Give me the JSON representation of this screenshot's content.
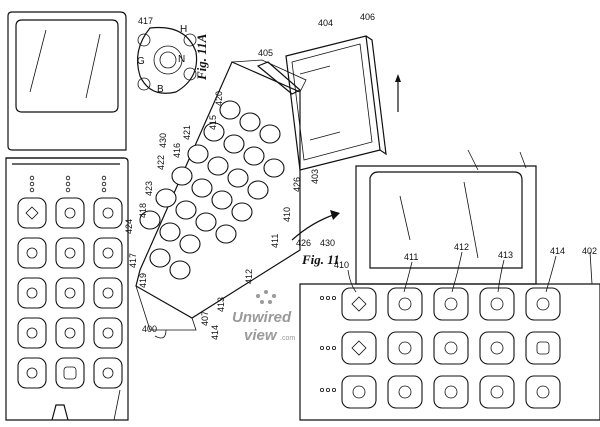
{
  "figure": {
    "caption_main": "Fig. 11A",
    "caption_secondary": "Fig. 11"
  },
  "reference_numerals": {
    "n404": "404",
    "n406": "406",
    "n405": "405",
    "n417_top": "417",
    "n420": "420",
    "n415": "415",
    "n430_mid": "430",
    "n421": "421",
    "n416": "416",
    "n422": "422",
    "n423": "423",
    "n418": "418",
    "n424": "424",
    "n417_mid": "417",
    "n419": "419",
    "n426_mid": "426",
    "n403": "403",
    "n410_mid": "410",
    "n411_mid": "411",
    "n412_mid": "412",
    "n413_mid": "413",
    "n407": "407",
    "n414_mid": "414",
    "n400": "400",
    "n426_right": "426",
    "n430_right": "430",
    "n410_right": "410",
    "n411_right": "411",
    "n412_right": "412",
    "n413_right": "413",
    "n414_right": "414",
    "n402": "402"
  },
  "seal_letters": {
    "n": "H",
    "g": "G",
    "b": "B",
    "s": "N"
  },
  "watermark": {
    "brand": "Unwired",
    "brand2": "view",
    "suffix": ".com"
  }
}
